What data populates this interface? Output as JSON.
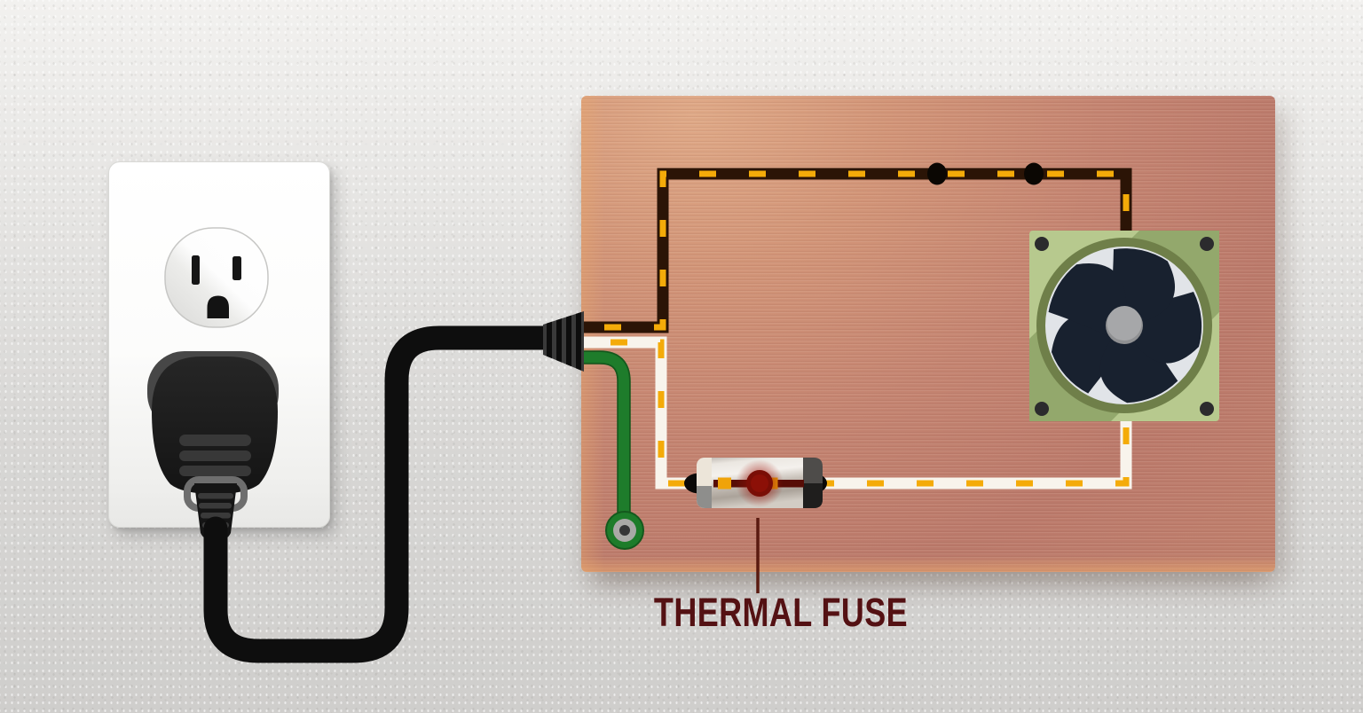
{
  "labels": {
    "thermal_fuse": "THERMAL FUSE"
  },
  "counts": {
    "fan_blades": 5,
    "wire_junction_dots": 2,
    "outlet_slots": 2,
    "outlet_ground_holes": 1
  },
  "colors": {
    "wire_hot": "#2b1406",
    "wire_neutral": "#f8f4ec",
    "wire_ground": "#1e7c2b",
    "wire_ground_dark": "#14591d",
    "dash": "#f4ab09",
    "node": "#0b0703",
    "label_text": "#541113",
    "leader": "#5a1a10",
    "board_base": "#c48471",
    "board_edge_light": "#dfa987",
    "wall": "#d9d8d6",
    "plate": "#fcfcfb",
    "fan_frame": "#b7c98e",
    "fan_frame_shade": "#93a86c",
    "fan_ring": "#6f7f49",
    "fan_disc": "#e1e4e8",
    "fan_blade": "#18212f",
    "fan_hub": "#a2a3a5",
    "fuse_cap_cream": "#ece5d9",
    "fuse_cap_gray": "#8e8e8c",
    "fuse_cap_dark": "#413f3d",
    "fuse_inner_wire": "#570d06",
    "fuse_contact": "#f0a309",
    "fuse_glow": "#7a0e06",
    "terminal": "#0b0908",
    "plug_body": "#1b1b1b",
    "plug_ridge": "#383838",
    "cord": "#0e0e0e"
  }
}
